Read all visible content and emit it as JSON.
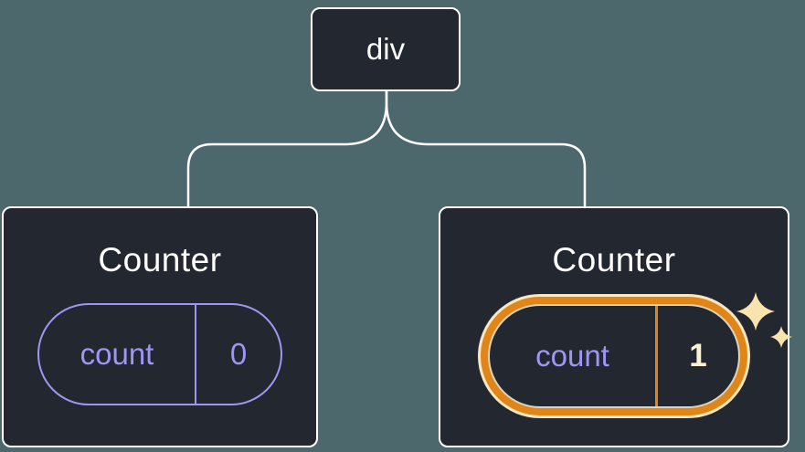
{
  "diagram": {
    "root": {
      "label": "div"
    },
    "children": [
      {
        "title": "Counter",
        "pill": {
          "label": "count",
          "value": "0"
        },
        "highlighted": false
      },
      {
        "title": "Counter",
        "pill": {
          "label": "count",
          "value": "1"
        },
        "highlighted": true
      }
    ]
  },
  "colors": {
    "background": "#4D686C",
    "node_fill": "#23272F",
    "node_border": "#FFFFFF",
    "text_primary": "#FFFFFF",
    "state_accent": "#9D96F2",
    "highlight_orange": "#E08619",
    "highlight_cream": "#FCF3D7",
    "sparkle": "#F9E4AE"
  }
}
